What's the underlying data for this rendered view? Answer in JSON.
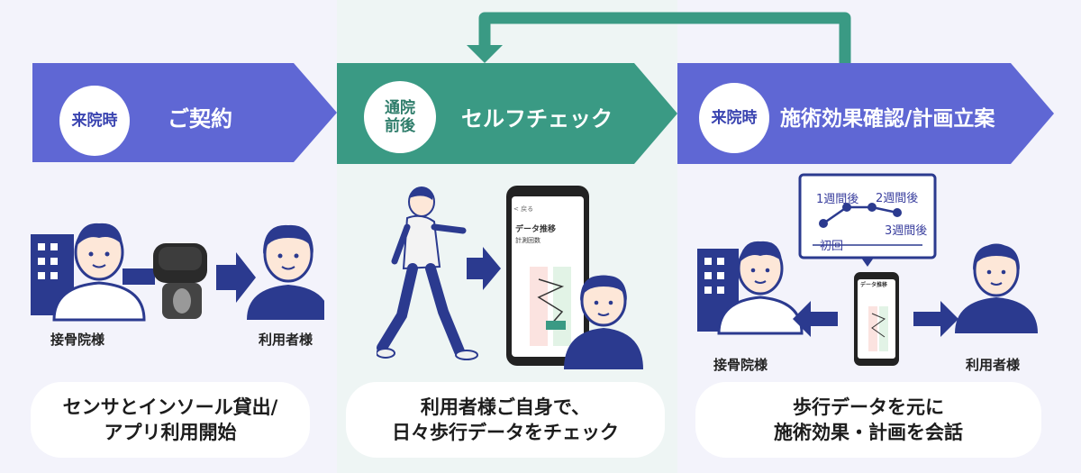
{
  "stages": [
    {
      "badge_line1": "来院時",
      "badge_line2": "",
      "title": "ご契約",
      "color": "#5f67d4"
    },
    {
      "badge_line1": "通院",
      "badge_line2": "前後",
      "title": "セルフチェック",
      "color": "#3a9a84"
    },
    {
      "badge_line1": "来院時",
      "badge_line2": "",
      "title": "施術効果確認/計画立案",
      "color": "#5f67d4"
    }
  ],
  "stage1": {
    "clinic_label": "接骨院様",
    "user_label": "利用者様",
    "description_line1": "センサとインソール貸出/",
    "description_line2": "アプリ利用開始"
  },
  "stage2": {
    "phone_header": "データ推移",
    "phone_sub": "計測回数",
    "phone_back": "< 戻る",
    "description_line1": "利用者様ご自身で、",
    "description_line2": "日々歩行データをチェック"
  },
  "stage3": {
    "graph_labels": {
      "initial": "初回",
      "week1": "1週間後",
      "week2": "2週間後",
      "week3": "3週間後"
    },
    "phone_header": "データ推移",
    "clinic_label": "接骨院様",
    "user_label": "利用者様",
    "description_line1": "歩行データを元に",
    "description_line2": "施術効果・計画を会話"
  },
  "colors": {
    "blue": "#5f67d4",
    "teal": "#3a9a84",
    "navy": "#2b3a8f",
    "loop_arrow": "#3a9a84"
  }
}
